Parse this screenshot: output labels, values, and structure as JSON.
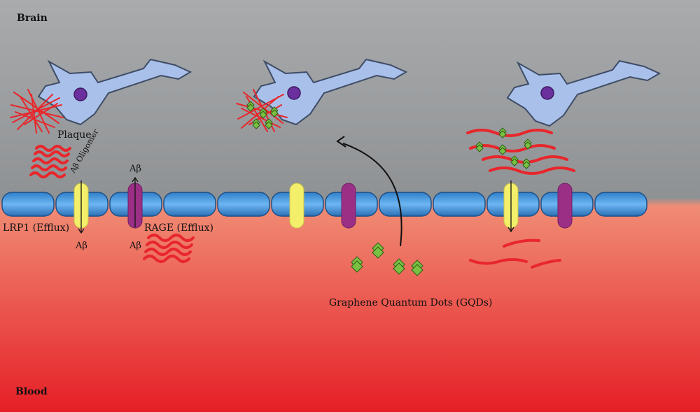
{
  "regions": {
    "top": "Brain",
    "bottom": "Blood"
  },
  "labels": {
    "plaque": "Plaque",
    "oligomer": "Aβ Oligomer",
    "lrp1": "LRP1 (Efflux)",
    "rage": "RAGE (Efflux)",
    "abeta": "Aβ",
    "gqd": "Graphene Quantum Dots (GQDs)"
  },
  "colors": {
    "brain_bg": "#a7a9ab",
    "blood_bg": "#e8262b",
    "endothelial_cell": "#3d8ed4",
    "lrp1_channel": "#f3ef6a",
    "rage_channel": "#9b2f86",
    "neuron": "#a9c1ea",
    "nucleus": "#6b2f9e",
    "amyloid": "#e8262b",
    "gqd": "#7ac143"
  }
}
